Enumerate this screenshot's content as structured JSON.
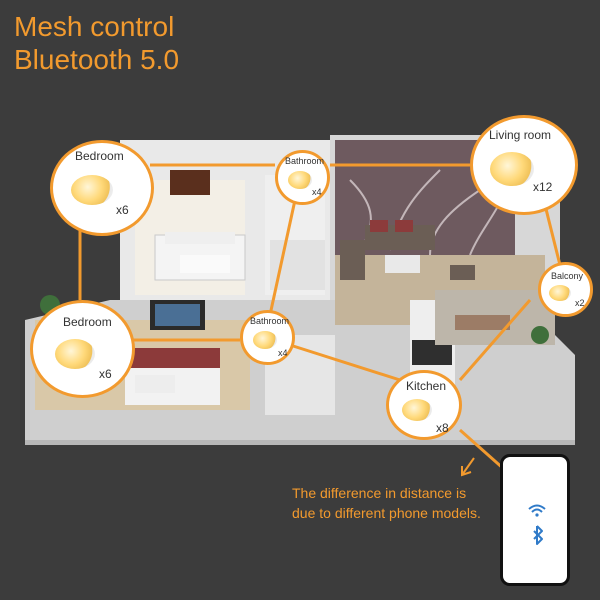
{
  "header": {
    "line1": "Mesh control",
    "line2": "Bluetooth 5.0"
  },
  "rooms": [
    {
      "name": "Bedroom",
      "count": "x6"
    },
    {
      "name": "Bathroom",
      "count": "x4"
    },
    {
      "name": "Living room",
      "count": "x12"
    },
    {
      "name": "Bedroom",
      "count": "x6"
    },
    {
      "name": "Bathroom",
      "count": "x4"
    },
    {
      "name": "Balcony",
      "count": "x2"
    },
    {
      "name": "Kitchen",
      "count": "x8"
    }
  ],
  "note": {
    "line1": "The difference in distance is",
    "line2": "due to different phone models."
  },
  "icons": {
    "phone": "smartphone-icon",
    "wifi": "wifi-icon",
    "bluetooth": "bluetooth-icon"
  },
  "colors": {
    "accent": "#f29a2e",
    "background": "#3c3c3c"
  }
}
